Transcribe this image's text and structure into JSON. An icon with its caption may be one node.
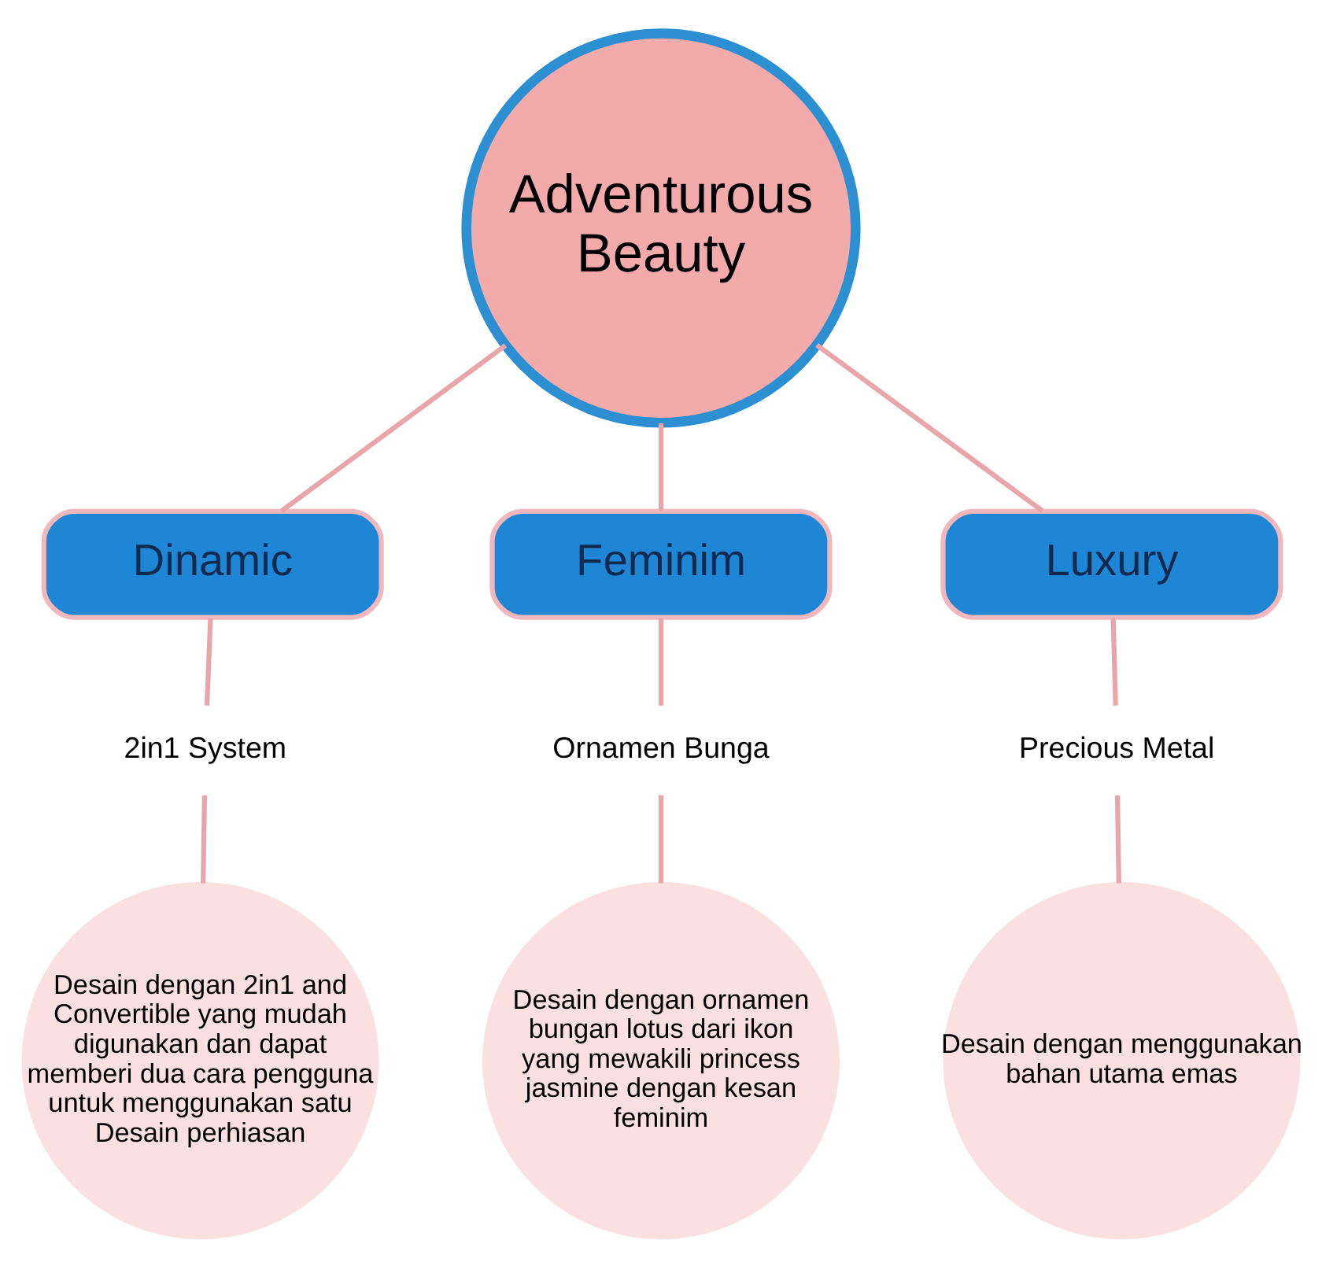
{
  "diagram": {
    "nodes": [
      {
        "text": [
          "Adventurous Beauty"
        ]
      },
      {
        "text": [
          "Dinamic"
        ]
      },
      {
        "text": [
          "Feminim"
        ]
      },
      {
        "text": [
          "Luxury"
        ]
      },
      {
        "text": [
          "2in1 System"
        ]
      },
      {
        "text": [
          "Ornamen Bunga"
        ]
      },
      {
        "text": [
          "Precious Metal"
        ]
      },
      {
        "text": [
          "Desain dengan 2in1 and Convertible yang mudah digunakan dan dapat memberi dua cara pengguna untuk menggunakan satu Desain perhiasan"
        ]
      },
      {
        "text": [
          "Desain dengan ornamen bungan lotus dari ikon yang mewakili princess jasmine dengan kesan feminim"
        ]
      },
      {
        "text": [
          "Desain dengan menggunakan bahan utama emas"
        ]
      }
    ],
    "edges": [
      {
        "from": 0,
        "to": 1,
        "arrow": "none"
      },
      {
        "from": 0,
        "to": 2,
        "arrow": "none"
      },
      {
        "from": 0,
        "to": 3,
        "arrow": "none"
      },
      {
        "from": 1,
        "to": 4,
        "arrow": "none"
      },
      {
        "from": 2,
        "to": 5,
        "arrow": "none"
      },
      {
        "from": 3,
        "to": 6,
        "arrow": "none"
      },
      {
        "from": 4,
        "to": 7,
        "arrow": "none"
      },
      {
        "from": 5,
        "to": 8,
        "arrow": "none"
      },
      {
        "from": 6,
        "to": 9,
        "arrow": "none"
      }
    ]
  }
}
